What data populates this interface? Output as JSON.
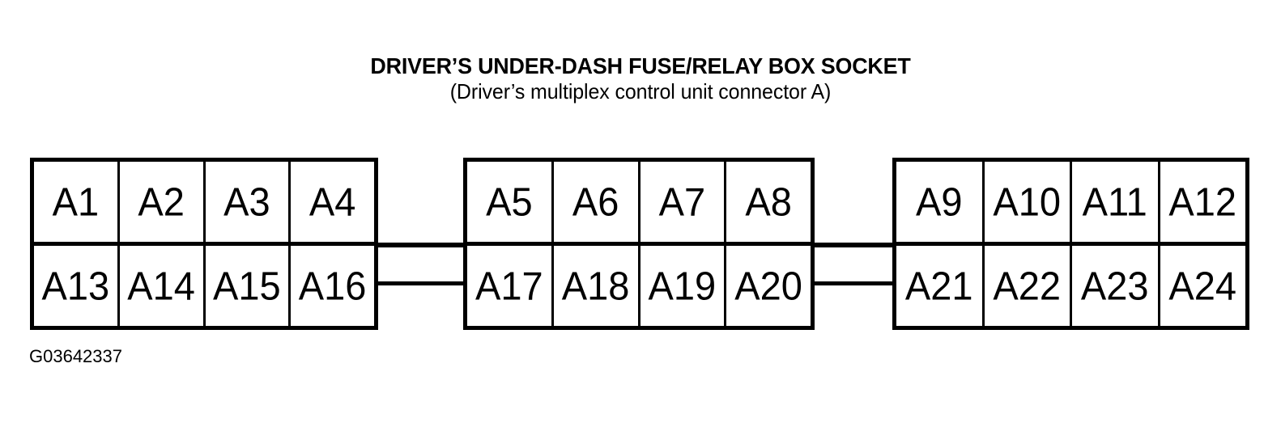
{
  "document": {
    "title_main": "DRIVER’S UNDER-DASH FUSE/RELAY BOX SOCKET",
    "title_sub": "(Driver’s multiplex control unit connector A)",
    "figure_code": "G03642337",
    "background_color": "#ffffff",
    "line_color": "#000000"
  },
  "diagram": {
    "type": "connector-pinout",
    "connector_name": "Connector A",
    "total_pins": 24,
    "blocks": [
      {
        "id": "block-1",
        "top_row": [
          "A1",
          "A2",
          "A3",
          "A4"
        ],
        "bottom_row": [
          "A13",
          "A14",
          "A15",
          "A16"
        ]
      },
      {
        "id": "block-2",
        "top_row": [
          "A5",
          "A6",
          "A7",
          "A8"
        ],
        "bottom_row": [
          "A17",
          "A18",
          "A19",
          "A20"
        ]
      },
      {
        "id": "block-3",
        "top_row": [
          "A9",
          "A10",
          "A11",
          "A12"
        ],
        "bottom_row": [
          "A21",
          "A22",
          "A23",
          "A24"
        ]
      }
    ],
    "links": [
      {
        "id": "link-1-2",
        "from": "block-1",
        "to": "block-2"
      },
      {
        "id": "link-2-3",
        "from": "block-2",
        "to": "block-3"
      }
    ]
  }
}
